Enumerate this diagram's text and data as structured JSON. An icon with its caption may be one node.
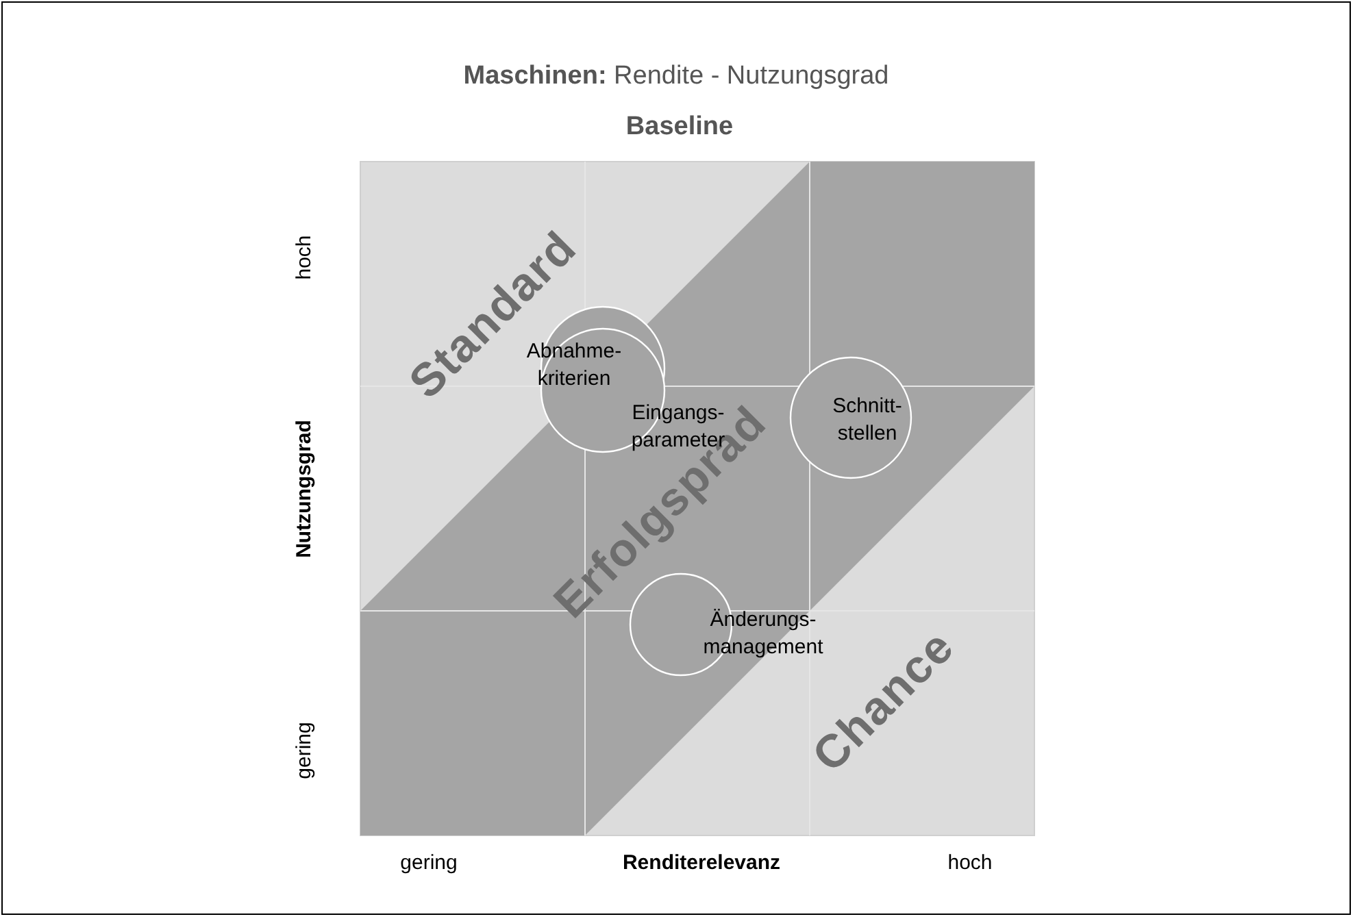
{
  "diagram": {
    "title": "**Maschinen:** Rendite - Nutzungsgrad",
    "nodes": [
      {
        "text": [
          "Abnahme- kriterien"
        ]
      },
      {
        "text": [
          "Eingangs- parameter"
        ]
      },
      {
        "text": [
          "Schnitt- stellen"
        ]
      },
      {
        "text": [
          "Änderungs- management"
        ]
      }
    ],
    "labels": [
      "Baseline",
      "Standard",
      "Erfolgsprad",
      "Chance",
      "hoch",
      "Nutzungsgrad",
      "gering",
      "gering",
      "Renditerelevanz",
      "hoch"
    ]
  }
}
